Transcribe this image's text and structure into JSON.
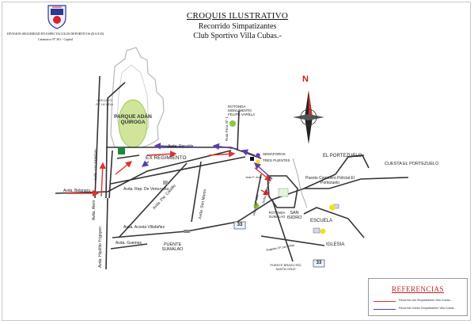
{
  "header": {
    "title": "CROQUIS ILUSTRATIVO",
    "line1": "Recorrido Simpatizantes",
    "line2": "Club Sportivo Villa Cubas.-",
    "division": "DIVISION SEGURIDAD EN ESPECTACULOS DEPORTIVOS (D.S.E.D)",
    "address": "Catamarca Nº 301 - Capital"
  },
  "compass": {
    "north_label": "N"
  },
  "places": {
    "parque": "PARQUE ADÁN QUIROGA",
    "circuito": "CIRCUITO DE LA VIDA",
    "ex_regimiento": "EX REGIMIENTO",
    "rotonda_monumento": "ROTONDA MONUMENTO FELIPE VARELA",
    "semaforos": "SEMÁFOROS",
    "tres_puentes": "TRES PUENTES",
    "el_portezuelo": "EL PORTEZUELO",
    "cuesta": "CUESTA EL PORTEZUELO",
    "puesto": "Puesto Caminero Policial El Portezuelo",
    "escuela": "ESCUELA",
    "iglesia": "IGLESIA",
    "san_isidro": "SAN ISIDRO",
    "rotonda_sumalao": "ROTONDA SUMALAO",
    "puente_sumalao": "PUENTE SUMALAO",
    "puente_brazo": "PUENTE BRAZO RÍO SANTA CRUZ"
  },
  "streets": {
    "belgrano": "Avda. Belgrano",
    "recalde": "Avda. Recalde",
    "venezuela": "Avda. Rep. De Venezuela",
    "pte_castillo": "Avda. Pte. Castillo",
    "san_martin": "Avda. San Martin",
    "acosta": "Avda. Acosta Villafañez",
    "guemes": "Avda. Guemes",
    "yrigoyen": "Avda. Hipólito Yrigoyen",
    "alem": "Avda. Alem",
    "las_americas": "Avda. Las Americas",
    "ruta1": "Ruta Prov. Nº 1",
    "juan_arce": "Juan F. Arce",
    "felipe_varela": "Avda. Felipe Varela",
    "virgen": "Virgen del Valle",
    "angeles": "Ángeles Dª Las Viñas",
    "route33a": "33",
    "route33b": "33"
  },
  "legend": {
    "title": "REFERENCIAS",
    "items": [
      {
        "label": "Recorrido Ida Simpatizantes Villa Cubas.-",
        "color": "#e0322c"
      },
      {
        "label": "Recorrido Vuelta Simpatizantes Villa Cubas.-",
        "color": "#5a3da8"
      }
    ]
  },
  "colors": {
    "route_ida": "#e0322c",
    "route_vuelta": "#5a3da8",
    "road": "#333333",
    "park": "#cfe59a",
    "poi_green": "#8dc63f",
    "poi_yellow": "#f2e01b",
    "poi_red": "#d32f2f",
    "poi_purple": "#6a3db8"
  }
}
